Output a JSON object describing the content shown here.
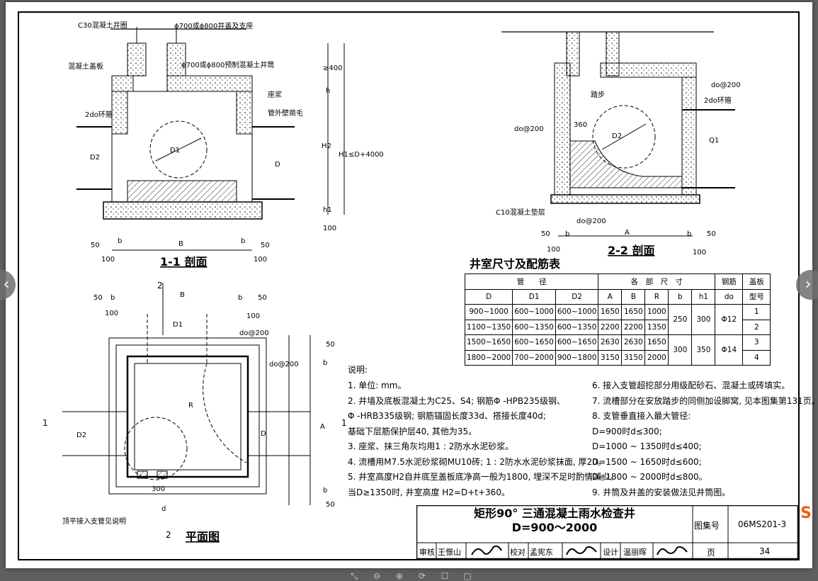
{
  "viewer": {
    "prev_label": "‹",
    "next_label": "›",
    "toolbar": [
      "⤡",
      "⊖",
      "⊕",
      "⟳",
      "☐",
      "▢"
    ],
    "logo": "S"
  },
  "drawing_labels": {
    "c30_ring": "C30混凝土井圈",
    "cover": "ϕ700或ϕ800井盖及支座",
    "slab": "混凝土盖板",
    "pipe700": "ϕ700或ϕ800预制混凝土井筒",
    "seat": "座浆",
    "roughen": "管外壁凿毛",
    "ring2d": "2do环箍",
    "d1": "D1",
    "d2": "D2",
    "d": "D",
    "b": "b",
    "B": "B",
    "A": "A",
    "R": "R",
    "h": "h",
    "h1": "h1",
    "H2": "H2",
    "H1": "H1≤D+4000",
    "ge400": "≥400",
    "d50": "50",
    "d100": "100",
    "sec11": "1-1 剖面",
    "sec22": "2-2 剖面",
    "plan": "平面图",
    "step": "踏步",
    "do200": "do@200",
    "c10": "C10混凝土垫层",
    "d360": "360",
    "d300": "300",
    "dsmall": "d",
    "topflat": "顶平接入支管见说明",
    "one": "1",
    "two": "2",
    "q1": "Q1"
  },
  "table": {
    "title": "井室尺寸及配筋表",
    "groups": [
      "管　　径",
      "各　部　尺　寸",
      "钢筋",
      "盖板"
    ],
    "headers": [
      "D",
      "D1",
      "D2",
      "A",
      "B",
      "R",
      "b",
      "h1",
      "do",
      "型号"
    ],
    "rows": [
      [
        "900~1000",
        "600~1000",
        "600~1000",
        "1650",
        "1650",
        "1000",
        "1"
      ],
      [
        "1100~1350",
        "600~1350",
        "600~1350",
        "2200",
        "2200",
        "1350",
        "2"
      ],
      [
        "1500~1650",
        "600~1650",
        "600~1650",
        "2630",
        "2630",
        "1650",
        "3"
      ],
      [
        "1800~2000",
        "700~2000",
        "900~1800",
        "3150",
        "3150",
        "2000",
        "4"
      ]
    ],
    "merged": [
      {
        "b": "250",
        "h1": "300",
        "do": "Φ12"
      },
      {
        "b": "300",
        "h1": "350",
        "do": "Φ14"
      }
    ]
  },
  "notes_title": "说明:",
  "notes_left": [
    "1. 单位: mm。",
    "2. 井墙及底板混凝土为C25、S4; 钢筋Φ -HPB235级钢、",
    "   Φ -HRB335级钢; 钢筋锚固长度33d、搭接长度40d;",
    "   基础下层筋保护层40, 其他为35。",
    "3. 座浆、抹三角灰均用1 : 2防水水泥砂浆。",
    "4. 流槽用M7.5水泥砂浆砌MU10砖; 1 : 2防水水泥砂浆抹面, 厚20。",
    "5. 井室高度H2自井底至盖板底净高一般为1800, 埋深不足时酌情减少。",
    "   当D≥1350时, 井室高度 H2=D+t+360。"
  ],
  "notes_right": [
    "6. 接入支管超挖部分用级配砂石、混凝土或砖填实。",
    "7. 流槽部分在安放踏步的同侧加设脚窝, 见本图集第131页。",
    "8. 支管垂直接入最大管径:",
    "   D=900时d≤300;",
    "   D=1000 ~ 1350时d≤400;",
    "   D=1500 ~ 1650时d≤600;",
    "   D=1800 ~ 2000时d≤800。",
    "9. 井筒及井盖的安装做法见井筒图。"
  ],
  "title_block": {
    "title_line1": "矩形90° 三通混凝土雨水检查井",
    "title_line2": "D=900～2000",
    "atlas_label": "图集号",
    "atlas_no": "06MS201-3",
    "page_label": "页",
    "page_no": "34",
    "review_label": "审核",
    "reviewer": "王憬山",
    "check_label": "校对",
    "checker": "孟宪东",
    "design_label": "设计",
    "designer": "温丽晖"
  }
}
